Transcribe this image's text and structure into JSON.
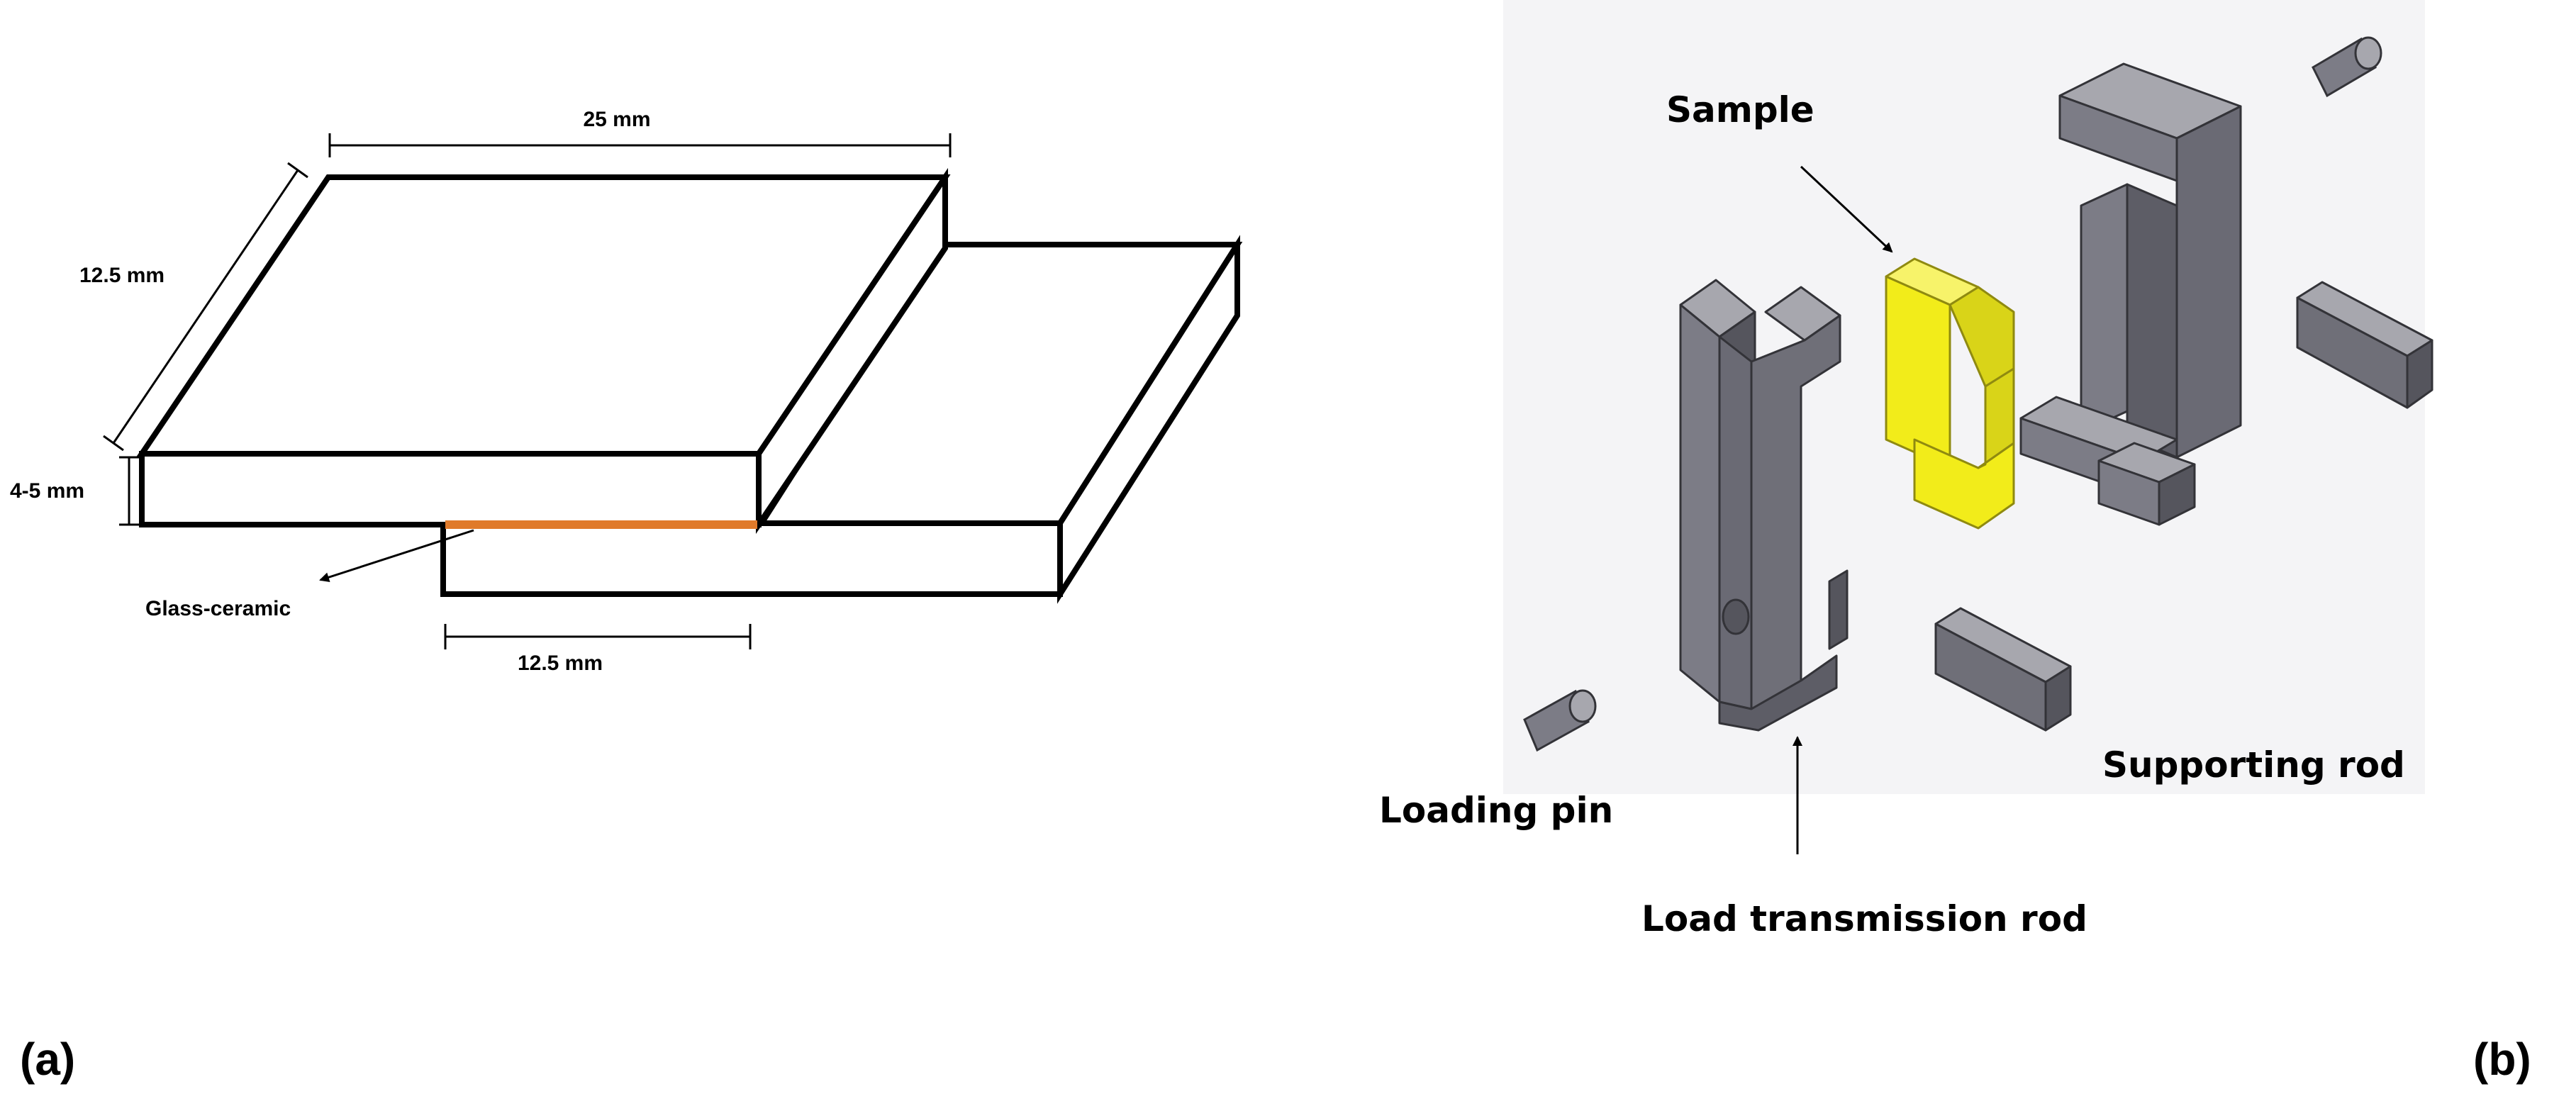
{
  "panel_a": {
    "panel_label": "(a)",
    "dims": {
      "width": "25 mm",
      "depth": "12.5 mm",
      "thickness": "4-5 mm",
      "overlap": "12.5 mm"
    },
    "joint_label": "Glass-ceramic",
    "colors": {
      "joint": "#e07a2a",
      "outline": "#000000"
    }
  },
  "panel_b": {
    "panel_label": "(b)",
    "labels": {
      "sample": "Sample",
      "supporting_rod": "Supporting rod",
      "loading_pin": "Loading pin",
      "load_transmission_rod": "Load transmission rod"
    },
    "colors": {
      "fixture": "#6f6f78",
      "sample": "#f2ec1a",
      "background": "#f4f4f6"
    }
  }
}
